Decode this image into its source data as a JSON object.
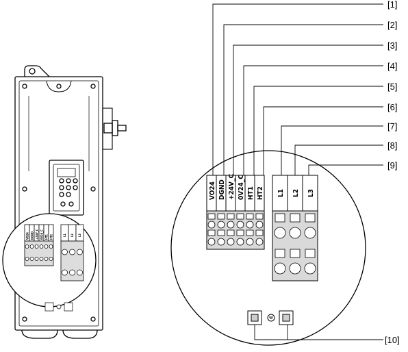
{
  "terminals": {
    "signal": [
      "VO24",
      "DGND",
      "+24V_C",
      "0V24_C",
      "HT1",
      "HT2"
    ],
    "power": [
      "L1",
      "L2",
      "L3"
    ]
  },
  "callouts": [
    "[1]",
    "[2]",
    "[3]",
    "[4]",
    "[5]",
    "[6]",
    "[7]",
    "[8]",
    "[9]",
    "[10]"
  ]
}
